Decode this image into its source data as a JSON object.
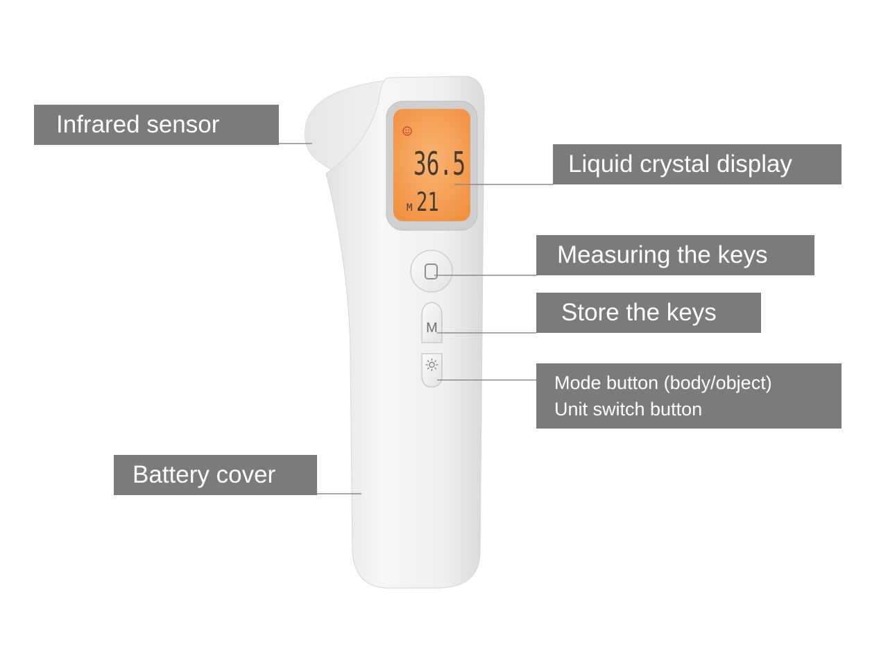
{
  "labels": {
    "infrared": "Infrared sensor",
    "lcd": "Liquid crystal display",
    "measure": "Measuring the keys",
    "store": "Store the keys",
    "mode_line1": "Mode button (body/object)",
    "mode_line2": "Unit switch button",
    "battery": "Battery cover"
  },
  "display": {
    "temperature": "36.5",
    "memory_prefix": "M",
    "memory_number": "21"
  },
  "buttons": {
    "store_key": "M"
  },
  "icons": {
    "face": "smiley-face-icon",
    "mode": "sun-gear-icon"
  },
  "colors": {
    "label_bg": "#7b7b7b",
    "label_text": "#ffffff",
    "lcd_backlight": "#f6a25a",
    "device_body": "#ececec"
  }
}
